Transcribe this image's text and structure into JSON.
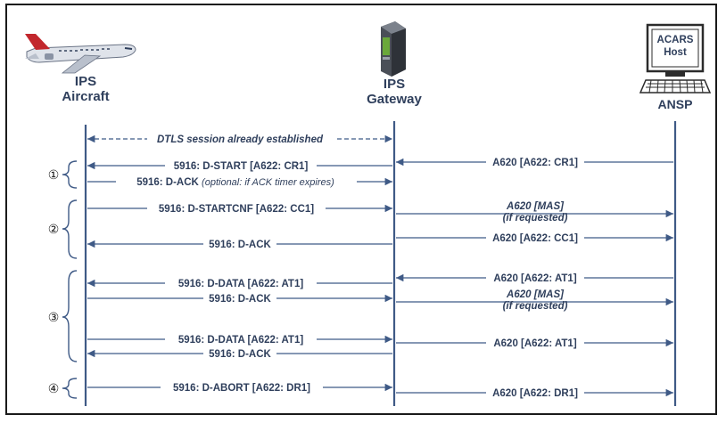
{
  "actors": {
    "aircraft": {
      "line1": "IPS",
      "line2": "Aircraft"
    },
    "gateway": {
      "line1": "IPS",
      "line2": "Gateway"
    },
    "ansp": {
      "host_line1": "ACARS",
      "host_line2": "Host",
      "label": "ANSP"
    }
  },
  "session_note": "DTLS session already established",
  "steps": [
    "①",
    "②",
    "③",
    "④"
  ],
  "messages": {
    "m1": "A620 [A622: CR1]",
    "m2": "5916: D-START [A622: CR1]",
    "m3a": "5916: D-ACK ",
    "m3b": "(optional: if ACK timer expires)",
    "m4": "5916: D-STARTCNF [A622: CC1]",
    "m5a": "A620 [MAS]",
    "m5b": "(if requested)",
    "m6": "A620 [A622: CC1]",
    "m7": "5916: D-ACK",
    "m8": "A620 [A622: AT1]",
    "m9": "5916: D-DATA [A622: AT1]",
    "m10": "5916: D-ACK",
    "m11a": "A620 [MAS]",
    "m11b": "(if requested)",
    "m12": "5916: D-DATA [A622: AT1]",
    "m13": "A620 [A622: AT1]",
    "m14": "5916: D-ACK",
    "m15": "5916: D-ABORT [A622: DR1]",
    "m16": "A620 [A622: DR1]"
  },
  "colors": {
    "line": "#3f5a86",
    "text": "#2f3f5c"
  }
}
